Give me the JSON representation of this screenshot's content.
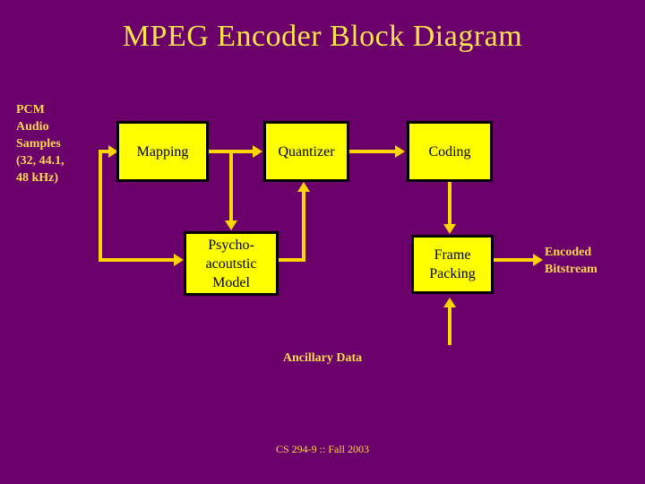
{
  "slide": {
    "title": "MPEG Encoder Block Diagram",
    "footer": "CS 294-9 :: Fall 2003",
    "background_color": "#6b006b",
    "accent_color": "#ffd700",
    "box_fill_color": "#ffff00",
    "label_color": "#ffd84d",
    "title_color": "#ffe34d"
  },
  "input_label": {
    "name": "pcm-audio-samples",
    "lines": [
      "PCM",
      "Audio",
      "Samples",
      "(32, 44.1,",
      "48 kHz)"
    ]
  },
  "blocks": [
    {
      "id": "mapping",
      "label": "Mapping",
      "lines": [
        "Mapping"
      ]
    },
    {
      "id": "quantizer",
      "label": "Quantizer",
      "lines": [
        "Quantizer"
      ]
    },
    {
      "id": "coding",
      "label": "Coding",
      "lines": [
        "Coding"
      ]
    },
    {
      "id": "psycho",
      "label": "Psycho-acoutstic Model",
      "lines": [
        "Psycho-",
        "acoutstic",
        "Model"
      ]
    },
    {
      "id": "frame",
      "label": "Frame Packing",
      "lines": [
        "Frame",
        "Packing"
      ]
    }
  ],
  "labels": {
    "ancillary_data": "Ancillary Data",
    "encoded_bitstream_lines": [
      "Encoded",
      "Bitstream"
    ]
  },
  "connections": [
    {
      "from": "pcm-input",
      "to": "mapping",
      "type": "arrow"
    },
    {
      "from": "pcm-input",
      "to": "psycho",
      "type": "arrow"
    },
    {
      "from": "mapping",
      "to": "quantizer",
      "type": "arrow"
    },
    {
      "from": "mapping",
      "to": "psycho",
      "type": "arrow"
    },
    {
      "from": "quantizer",
      "to": "coding",
      "type": "arrow"
    },
    {
      "from": "psycho",
      "to": "quantizer",
      "type": "arrow"
    },
    {
      "from": "coding",
      "to": "frame",
      "type": "arrow"
    },
    {
      "from": "ancillary",
      "to": "frame",
      "type": "arrow"
    },
    {
      "from": "frame",
      "to": "encoded-bitstream",
      "type": "arrow"
    }
  ]
}
